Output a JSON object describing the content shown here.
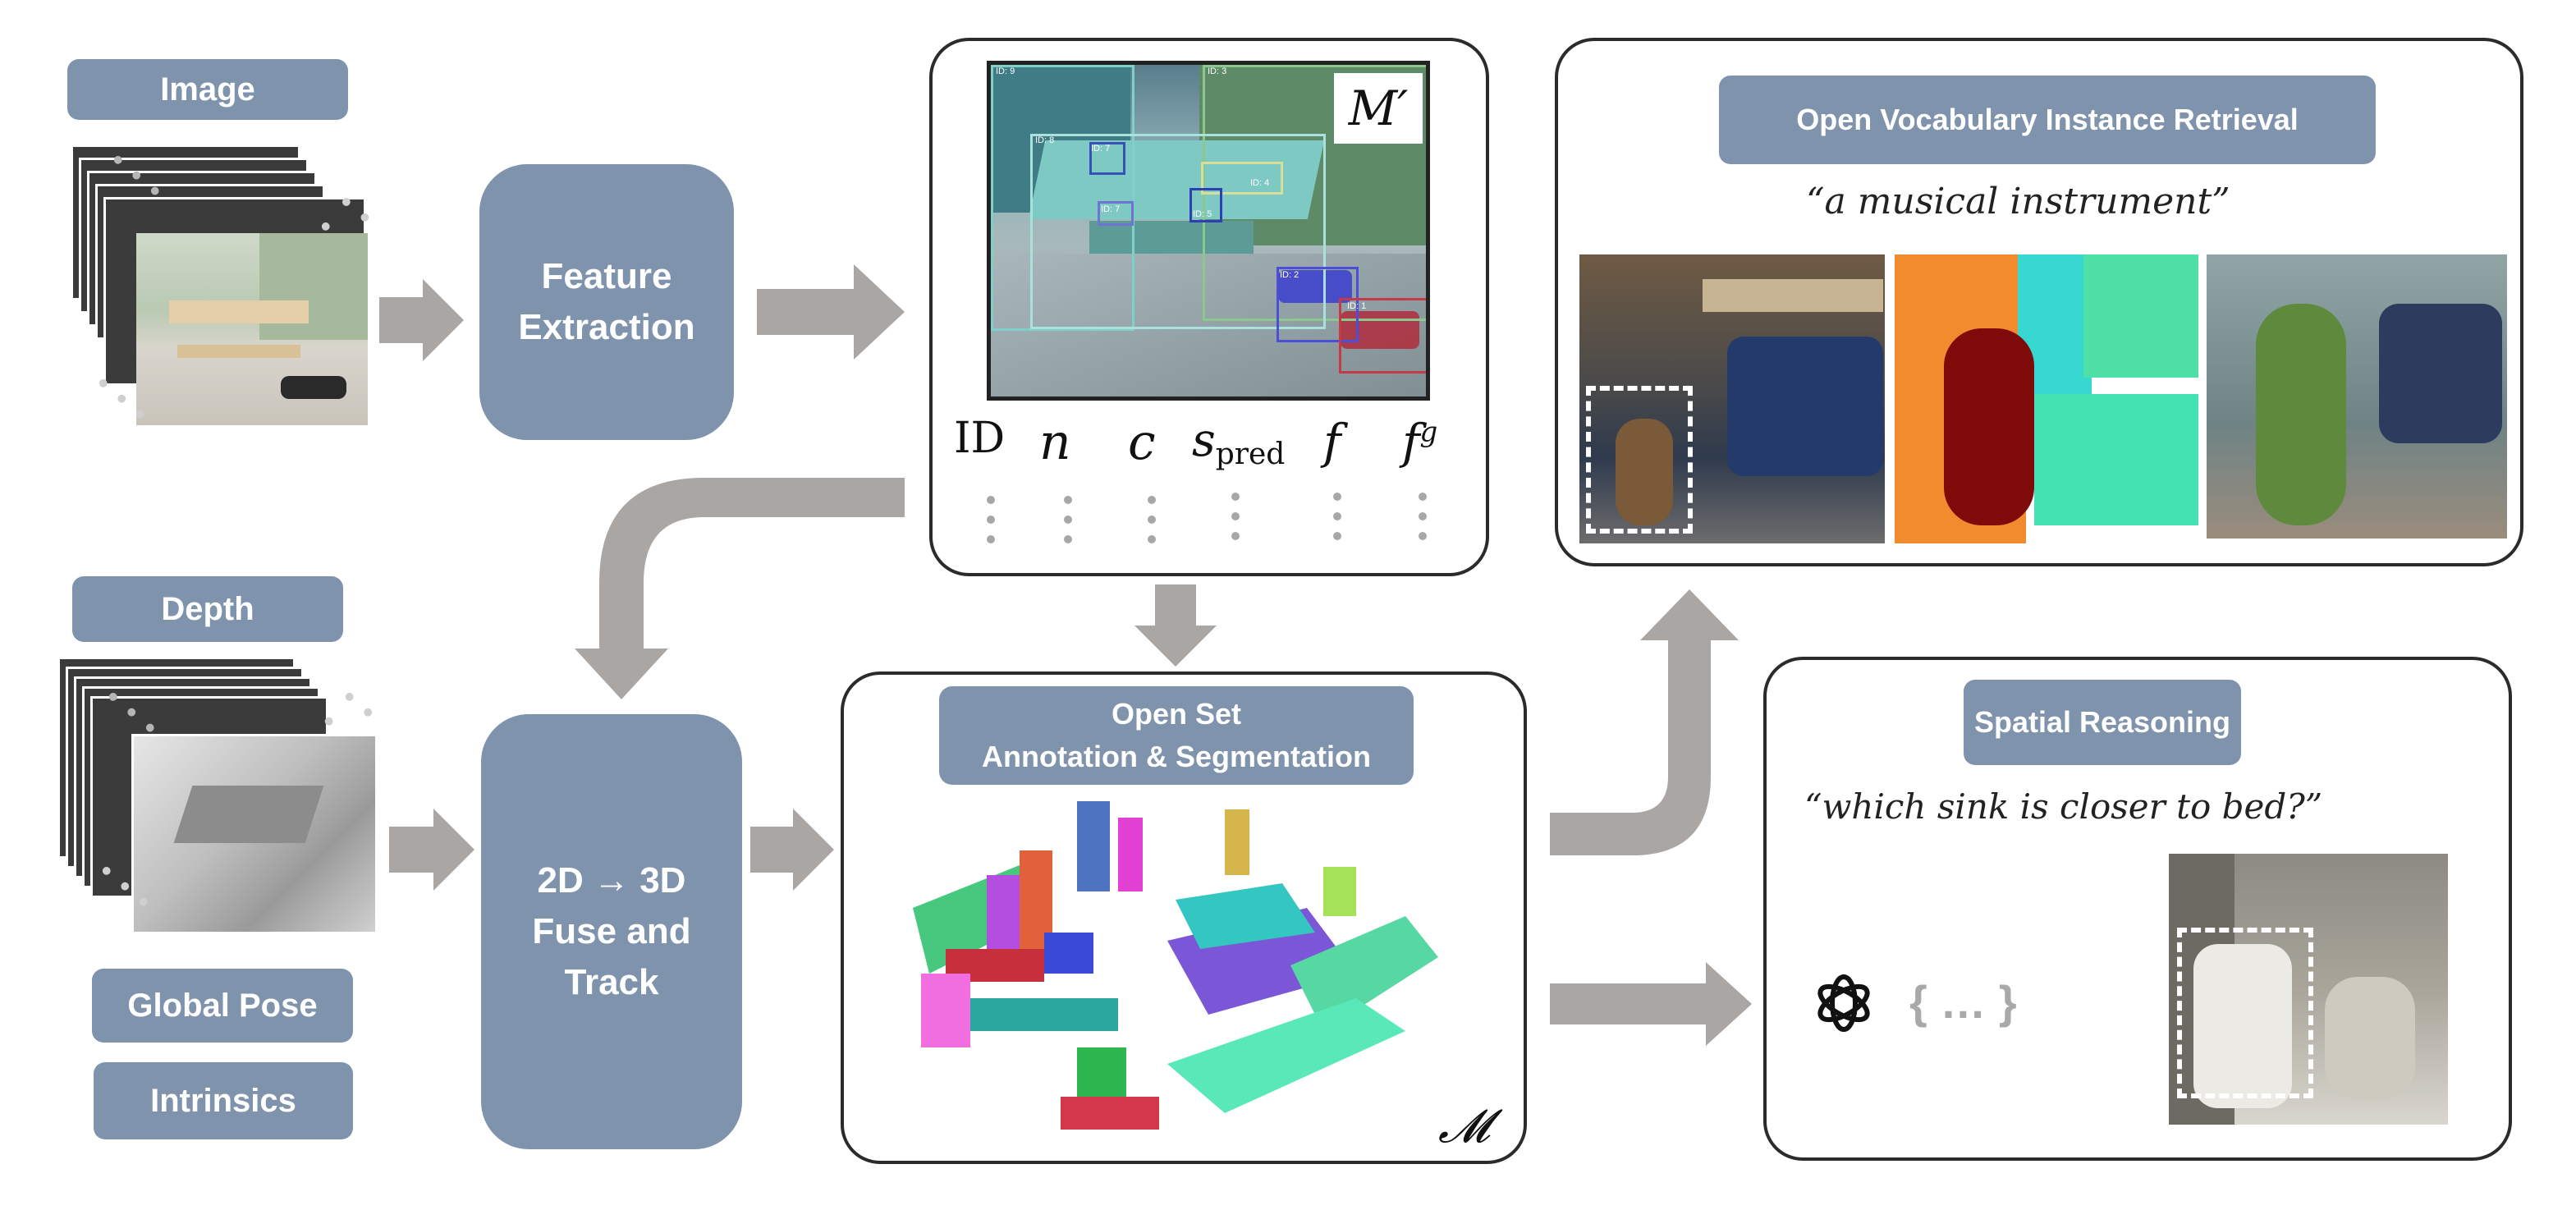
{
  "inputs": {
    "image_label": "Image",
    "depth_label": "Depth",
    "global_pose_label": "Global Pose",
    "intrinsics_label": "Intrinsics"
  },
  "blocks": {
    "feature_extraction": "Feature Extraction",
    "fuse_track_line1": "2D → 3D",
    "fuse_track_line2": "Fuse and",
    "fuse_track_line3": "Track"
  },
  "detection_panel": {
    "map_symbol": "M′",
    "columns": [
      "ID",
      "n",
      "c",
      "s",
      "f",
      "f"
    ],
    "pred_subscript": "pred",
    "g_superscript": "g",
    "box_ids": [
      "ID: 9",
      "ID: 3",
      "ID: 8",
      "ID: 7",
      "ID: 4",
      "ID: 7",
      "ID: 5",
      "ID: 2",
      "ID: 1"
    ]
  },
  "segmentation_panel": {
    "title_line1": "Open Set",
    "title_line2": "Annotation & Segmentation",
    "map_symbol": "𝓜"
  },
  "retrieval_panel": {
    "title": "Open Vocabulary Instance Retrieval",
    "query": "“a musical instrument”"
  },
  "reasoning_panel": {
    "title": "Spatial Reasoning",
    "query": "“which sink is closer to bed?”",
    "braces": "{ … }"
  },
  "colors": {
    "block": "#7f93ad",
    "arrow": "#aaa6a3",
    "panel_border": "#2b2b2b"
  }
}
